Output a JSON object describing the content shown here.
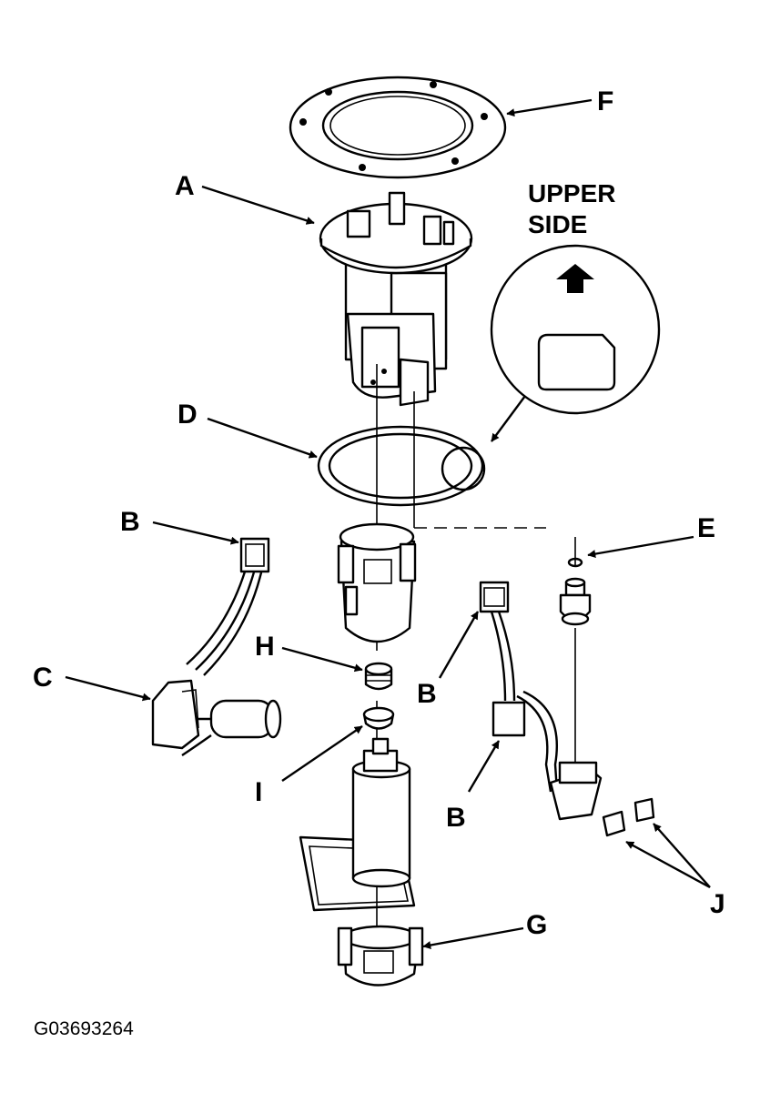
{
  "diagram": {
    "callouts": {
      "a": "A",
      "b": "B",
      "c": "C",
      "d": "D",
      "e": "E",
      "f": "F",
      "g": "G",
      "h": "H",
      "i": "I",
      "j": "J"
    },
    "detail": {
      "line1": "UPPER",
      "line2": "SIDE"
    },
    "figure_id": "G03693264"
  }
}
